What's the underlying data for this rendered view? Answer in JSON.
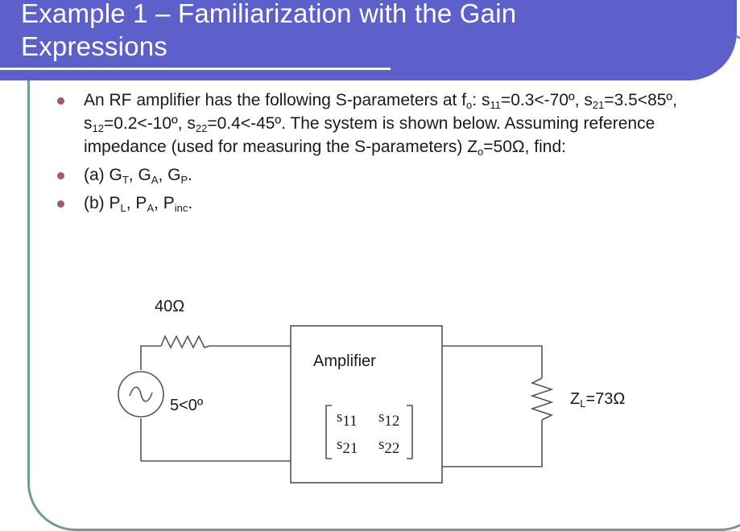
{
  "slide": {
    "title_line1": "Example 1 – Familiarization with the Gain",
    "title_line2": "Expressions",
    "colors": {
      "header": "#5d5fcb",
      "frame": "#6f9c98",
      "bullet": "#a35a67",
      "text": "#1a1a1a"
    },
    "bullets": [
      {
        "parts": {
          "p1": "An RF amplifier has the following S-parameters at f",
          "p1_sub": "o",
          "p2": ": s",
          "p2_sub": "11",
          "p3": "=0.3<-70º, s",
          "p3_sub": "21",
          "p4": "=3.5<85º, s",
          "p4_sub": "12",
          "p5": "=0.2<-10º, s",
          "p5_sub": "22",
          "p6": "=0.4<-45º.  The system is shown below.  Assuming reference impedance (used for measuring the S-parameters) Z",
          "p6_sub": "o",
          "p7": "=50Ω, find:"
        }
      },
      {
        "parts": {
          "p1": "(a) G",
          "p1_sub": "T",
          "p2": ", G",
          "p2_sub": "A",
          "p3": ", G",
          "p3_sub": "P",
          "p4": "."
        }
      },
      {
        "parts": {
          "p1": "(b) P",
          "p1_sub": "L",
          "p2": ", P",
          "p2_sub": "A",
          "p3": ", P",
          "p3_sub": "inc",
          "p4": "."
        }
      }
    ]
  },
  "circuit": {
    "source_resistor": "40Ω",
    "source_voltage": "5<0º",
    "source_icon": "ac-voltage-source-icon",
    "amplifier_label": "Amplifier",
    "matrix": {
      "s11": {
        "base": "s",
        "sub": "11"
      },
      "s12": {
        "base": "s",
        "sub": "12"
      },
      "s21": {
        "base": "s",
        "sub": "21"
      },
      "s22": {
        "base": "s",
        "sub": "22"
      }
    },
    "load_label": "Z",
    "load_label_sub": "L",
    "load_value": "=73Ω"
  }
}
